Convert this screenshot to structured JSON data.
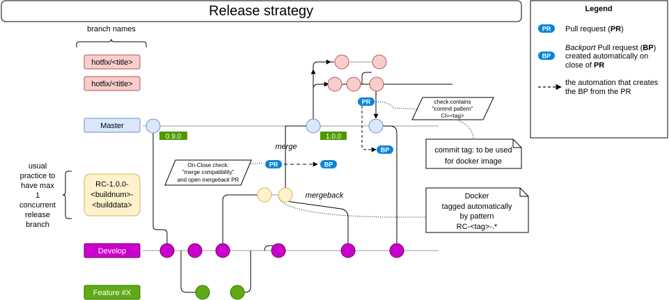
{
  "title": "Release strategy",
  "branch_names_label": "branch names",
  "branches": {
    "hotfix_1": "hotfix/<title>",
    "hotfix_2": "hotfix/<title>",
    "master": "Master",
    "rc": [
      "RC-1.0.0-",
      "<buildnum>-",
      "<builddata>"
    ],
    "develop": "Develop",
    "feature": "Feature #X"
  },
  "usual_practice": [
    "usual",
    "practice to",
    "have max",
    "1",
    "concurrent",
    "release",
    "branch"
  ],
  "tags": {
    "t1": "0.9.0",
    "t2": "1.0.0"
  },
  "labels": {
    "merge": "merge",
    "mergeback": "mergeback"
  },
  "badges": {
    "pr": "PR",
    "bp": "BP"
  },
  "on_close_note": [
    "On-Close check:",
    "\"merge compatibility\"",
    "and open ",
    "mergeback",
    " PR"
  ],
  "check_note": [
    "check contains",
    "\"commit pattern\"",
    "CI=<tag>"
  ],
  "commit_tag_note": [
    "commit tag: to be used",
    "for docker image"
  ],
  "docker_note": [
    "Docker",
    "tagged automatically",
    "by pattern",
    "RC-<tag>-.*"
  ],
  "legend": {
    "title": "Legend",
    "pr_badge": "PR",
    "pr_text": [
      "Pull request (",
      "PR",
      ")"
    ],
    "bp_badge": "BP",
    "bp_text_1": [
      "Backport",
      " Pull request (",
      "BP",
      ")"
    ],
    "bp_text_2": "created automatically on",
    "bp_text_3": [
      "close of ",
      "PR"
    ],
    "arrow_text": [
      "the automation that creates",
      "the BP from the PR"
    ]
  },
  "colors": {
    "hotfix_fill": "#f8cecc",
    "hotfix_stroke": "#b85450",
    "master_fill": "#dae8fc",
    "master_stroke": "#6c8ebf",
    "rc_fill": "#fff2cc",
    "rc_stroke": "#d6b656",
    "develop_fill": "#cc00cc",
    "develop_stroke": "#660066",
    "feature_fill": "#60a917",
    "feature_stroke": "#2d7600",
    "badge": "#0a84d6",
    "tag": "#4d9900"
  }
}
